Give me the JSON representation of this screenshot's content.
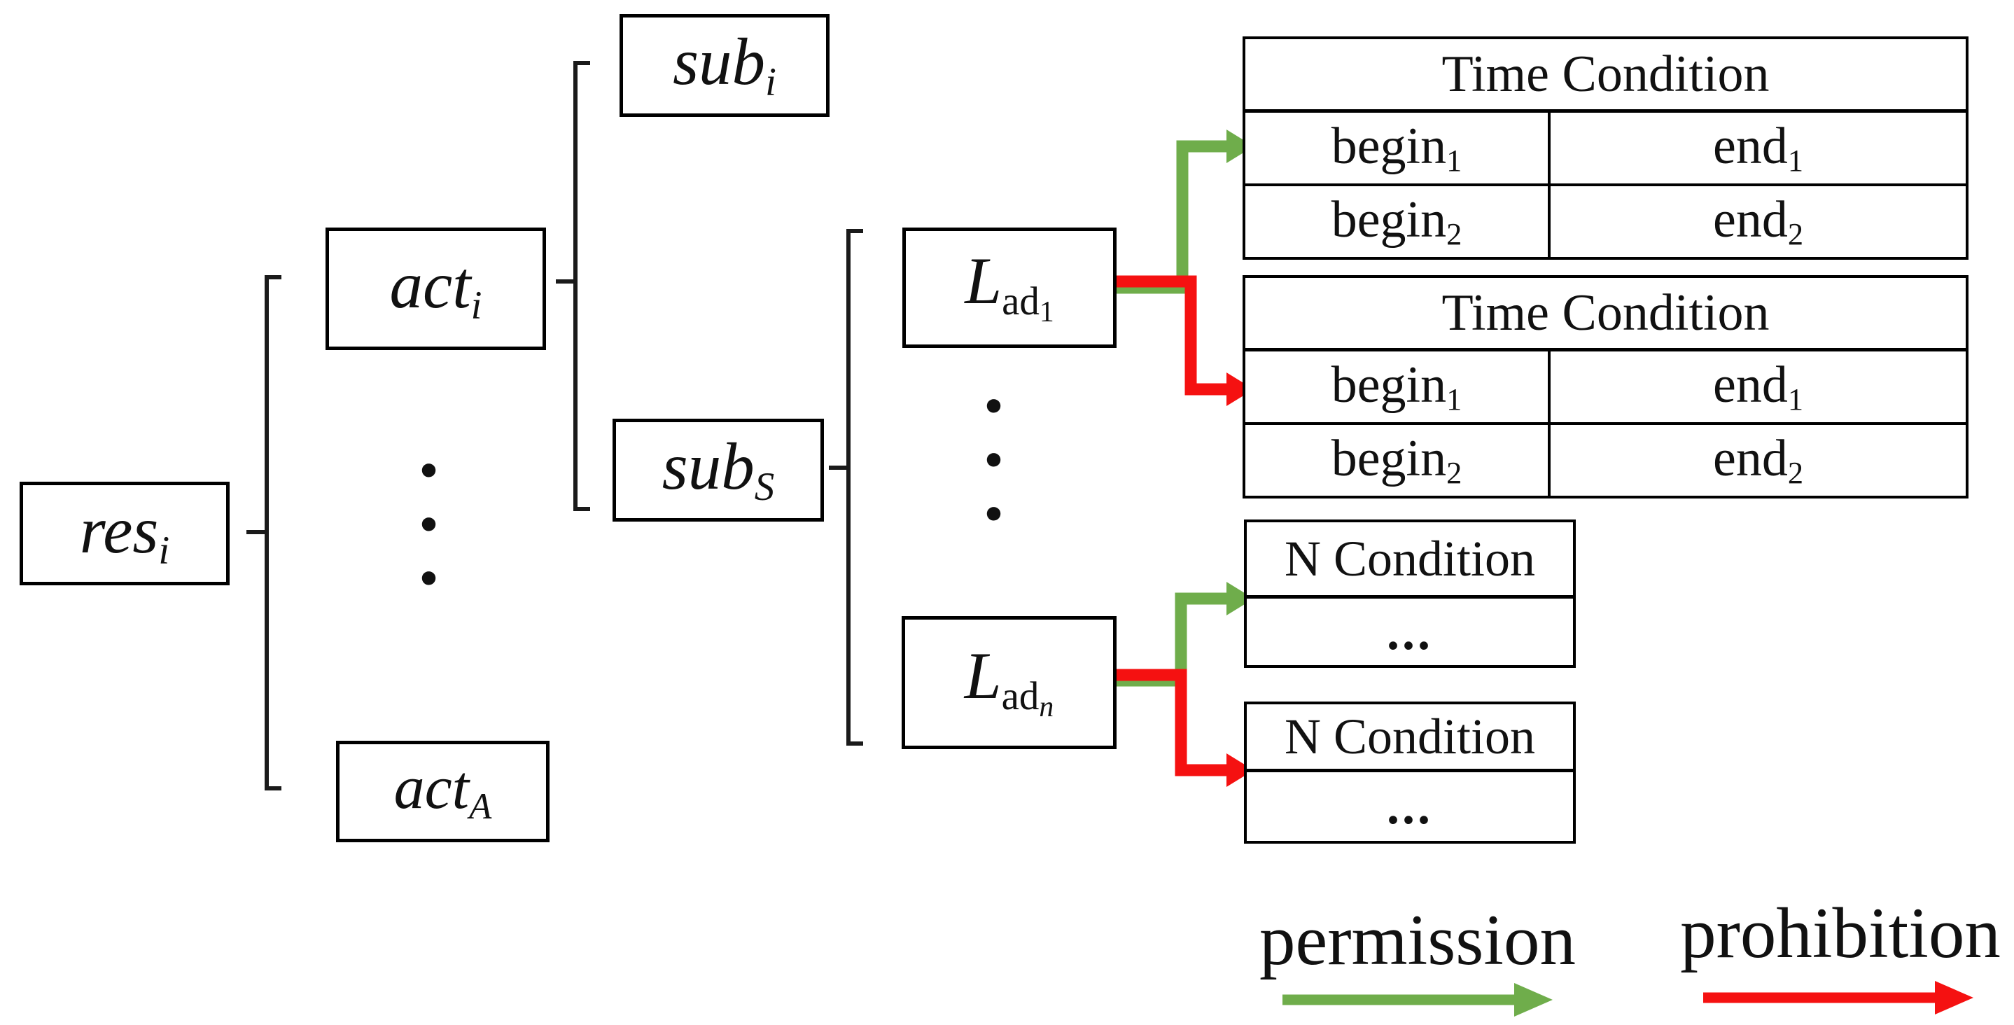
{
  "nodes": {
    "res": {
      "base": "res",
      "sub": "i"
    },
    "act_i": {
      "base": "act",
      "sub": "i"
    },
    "act_A": {
      "base": "act",
      "sub": "A"
    },
    "sub_i": {
      "base": "sub",
      "sub": "i"
    },
    "sub_S": {
      "base": "sub",
      "sub": "S"
    },
    "l_ad_1": {
      "base": "L",
      "sub": "ad",
      "subsub": "1"
    },
    "l_ad_n": {
      "base": "L",
      "sub": "ad",
      "subsub": "n"
    }
  },
  "ellipsis": {
    "dot": "."
  },
  "tables": {
    "time_top": {
      "title": "Time Condition",
      "rows": [
        [
          {
            "base": "begin",
            "sub": "1"
          },
          {
            "base": "end",
            "sub": "1"
          }
        ],
        [
          {
            "base": "begin",
            "sub": "2"
          },
          {
            "base": "end",
            "sub": "2"
          }
        ]
      ]
    },
    "time_bottom": {
      "title": "Time Condition",
      "rows": [
        [
          {
            "base": "begin",
            "sub": "1"
          },
          {
            "base": "end",
            "sub": "1"
          }
        ],
        [
          {
            "base": "begin",
            "sub": "2"
          },
          {
            "base": "end",
            "sub": "2"
          }
        ]
      ]
    },
    "n_top": {
      "title": "N Condition",
      "body": "..."
    },
    "n_bottom": {
      "title": "N Condition",
      "body": "..."
    }
  },
  "legend": {
    "permission": {
      "label": "permission"
    },
    "prohibition": {
      "label": "prohibition"
    }
  },
  "colors": {
    "ink": "#111111",
    "permission_green": "#6fad4b",
    "prohibition_red": "#f51111",
    "background": "#ffffff"
  }
}
